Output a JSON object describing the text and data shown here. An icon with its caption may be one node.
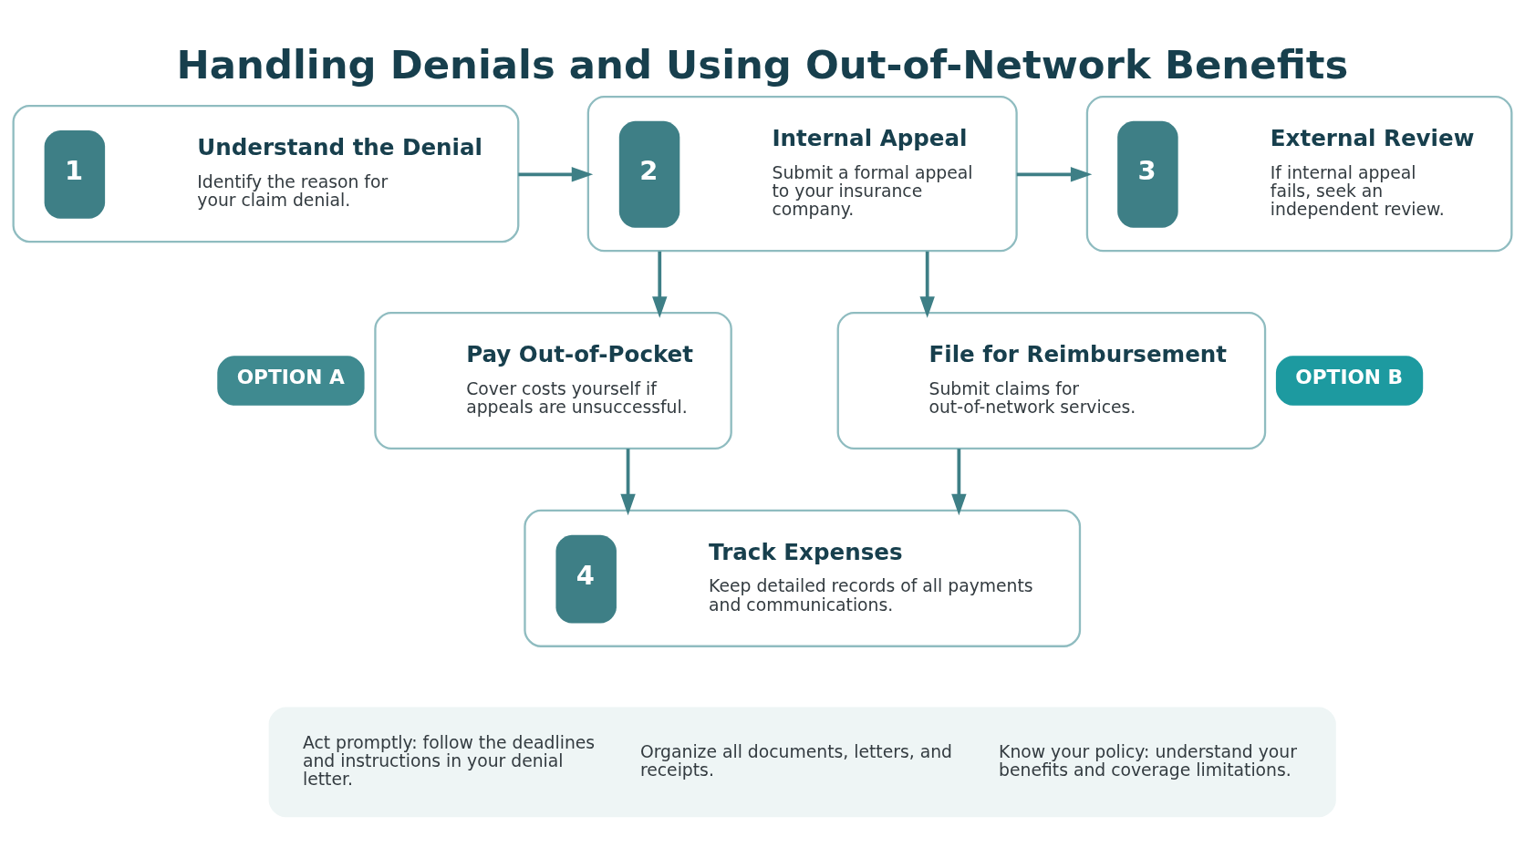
{
  "diagram": {
    "title": "Handling Denials and Using Out-of-Network Benefits",
    "nodes": [
      {
        "text": [
          "1",
          "Understand the Denial",
          "Identify the reason for your claim denial."
        ]
      },
      {
        "text": [
          "2",
          "Internal Appeal",
          "Submit a formal appeal to your insurance company."
        ]
      },
      {
        "text": [
          "3",
          "External Review",
          "If internal appeal fails, seek an independent review."
        ]
      },
      {
        "text": [
          "Pay Out-of-Pocket",
          "Cover costs yourself if appeals are unsuccessful."
        ],
        "beside": [
          "OPTION A"
        ]
      },
      {
        "text": [
          "File for Reimbursement",
          "Submit claims for out-of-network services."
        ],
        "beside": [
          "OPTION B"
        ]
      },
      {
        "text": [
          "4",
          "Track Expenses",
          "Keep detailed records of all payments and communications."
        ]
      },
      {
        "text": [
          "Act promptly: follow the deadlines and instructions in your denial letter.",
          "Organize all documents, letters, and receipts.",
          "Know your policy: understand your benefits and coverage limitations."
        ]
      }
    ],
    "edges": [
      {
        "from": 0,
        "to": 1,
        "arrow": "to"
      },
      {
        "from": 1,
        "to": 2,
        "arrow": "to"
      },
      {
        "from": 1,
        "to": 3,
        "arrow": "to"
      },
      {
        "from": 1,
        "to": 4,
        "arrow": "to"
      },
      {
        "from": 3,
        "to": 5,
        "arrow": "to"
      },
      {
        "from": 4,
        "to": 5,
        "arrow": "to"
      }
    ]
  }
}
